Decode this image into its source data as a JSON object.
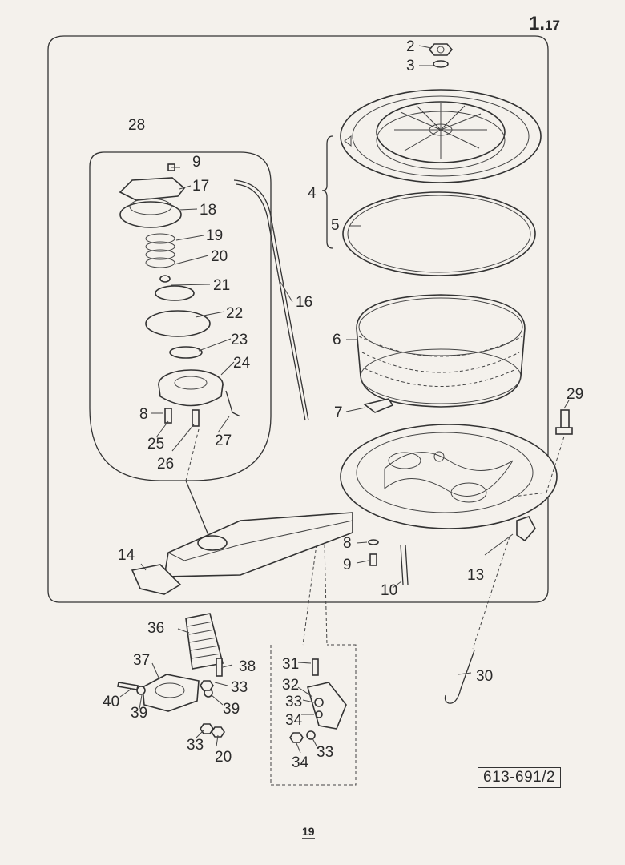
{
  "section": {
    "major": "1",
    "minor": "17"
  },
  "reference_code": "613-691/2",
  "page_number": "19",
  "callouts": [
    {
      "id": "c2",
      "text": "2"
    },
    {
      "id": "c3",
      "text": "3"
    },
    {
      "id": "c4",
      "text": "4"
    },
    {
      "id": "c5",
      "text": "5"
    },
    {
      "id": "c6",
      "text": "6"
    },
    {
      "id": "c7",
      "text": "7"
    },
    {
      "id": "c8a",
      "text": "8"
    },
    {
      "id": "c9a",
      "text": "9"
    },
    {
      "id": "c10",
      "text": "10"
    },
    {
      "id": "c13",
      "text": "13"
    },
    {
      "id": "c14",
      "text": "14"
    },
    {
      "id": "c16",
      "text": "16"
    },
    {
      "id": "c17",
      "text": "17"
    },
    {
      "id": "c18",
      "text": "18"
    },
    {
      "id": "c19",
      "text": "19"
    },
    {
      "id": "c20a",
      "text": "20"
    },
    {
      "id": "c21",
      "text": "21"
    },
    {
      "id": "c22",
      "text": "22"
    },
    {
      "id": "c23",
      "text": "23"
    },
    {
      "id": "c24",
      "text": "24"
    },
    {
      "id": "c25",
      "text": "25"
    },
    {
      "id": "c26",
      "text": "26"
    },
    {
      "id": "c27",
      "text": "27"
    },
    {
      "id": "c28",
      "text": "28"
    },
    {
      "id": "c29",
      "text": "29"
    },
    {
      "id": "c30",
      "text": "30"
    },
    {
      "id": "c8b",
      "text": "8"
    },
    {
      "id": "c9b",
      "text": "9"
    },
    {
      "id": "c31",
      "text": "31"
    },
    {
      "id": "c32",
      "text": "32"
    },
    {
      "id": "c33a",
      "text": "33"
    },
    {
      "id": "c34a",
      "text": "34"
    },
    {
      "id": "c34b",
      "text": "34"
    },
    {
      "id": "c33b",
      "text": "33"
    },
    {
      "id": "c36",
      "text": "36"
    },
    {
      "id": "c37",
      "text": "37"
    },
    {
      "id": "c38",
      "text": "38"
    },
    {
      "id": "c33c",
      "text": "33"
    },
    {
      "id": "c39a",
      "text": "39"
    },
    {
      "id": "c40",
      "text": "40"
    },
    {
      "id": "c39b",
      "text": "39"
    },
    {
      "id": "c33d",
      "text": "33"
    },
    {
      "id": "c20b",
      "text": "20"
    }
  ]
}
